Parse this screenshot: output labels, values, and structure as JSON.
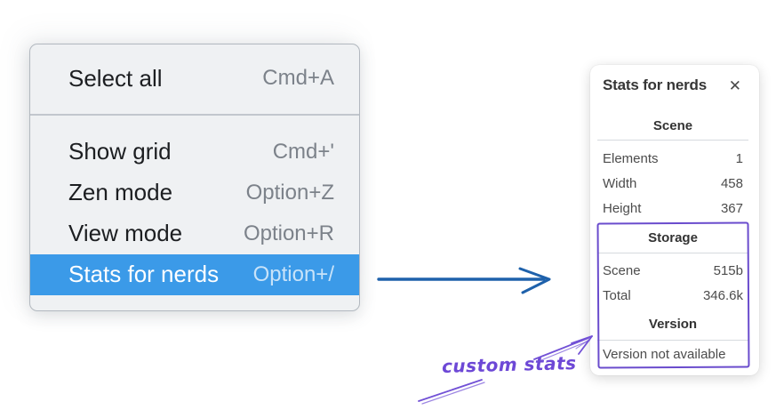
{
  "menu": {
    "items": [
      {
        "label": "Select all",
        "shortcut": "Cmd+A"
      },
      {
        "label": "Show grid",
        "shortcut": "Cmd+'"
      },
      {
        "label": "Zen mode",
        "shortcut": "Option+Z"
      },
      {
        "label": "View mode",
        "shortcut": "Option+R"
      },
      {
        "label": "Stats for nerds",
        "shortcut": "Option+/",
        "highlighted": true
      }
    ]
  },
  "panel": {
    "title": "Stats for nerds",
    "close_icon": "✕",
    "sections": [
      {
        "heading": "Scene",
        "rows": [
          {
            "label": "Elements",
            "value": "1"
          },
          {
            "label": "Width",
            "value": "458"
          },
          {
            "label": "Height",
            "value": "367"
          }
        ]
      },
      {
        "heading": "Storage",
        "rows": [
          {
            "label": "Scene",
            "value": "515b"
          },
          {
            "label": "Total",
            "value": "346.6k"
          }
        ]
      },
      {
        "heading": "Version",
        "note": "Version not available"
      }
    ]
  },
  "annotation": {
    "label": "custom stats"
  },
  "colors": {
    "menu_highlight": "#3b9ae8",
    "menu_bg": "#eff1f3",
    "pointer_arrow_blue": "#1e61ab",
    "annotation_purple": "#6d48d6",
    "highlight_box_purple": "#6a4ccd"
  }
}
